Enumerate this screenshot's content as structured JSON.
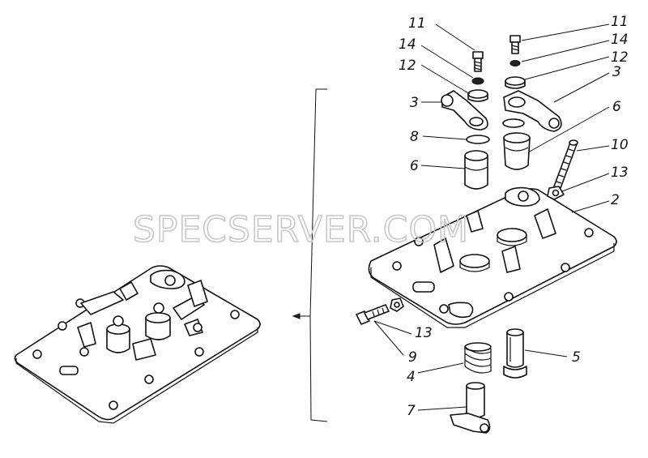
{
  "watermark": "SPECSERVER.COM",
  "callouts": {
    "c11a": "11",
    "c14a": "14",
    "c12a": "12",
    "c3a": "3",
    "c8": "8",
    "c6a": "6",
    "c11b": "11",
    "c14b": "14",
    "c12b": "12",
    "c3b": "3",
    "c6b": "6",
    "c10": "10",
    "c13a": "13",
    "c2": "2",
    "c13b": "13",
    "c9": "9",
    "c5": "5",
    "c4": "4",
    "c7": "7"
  }
}
